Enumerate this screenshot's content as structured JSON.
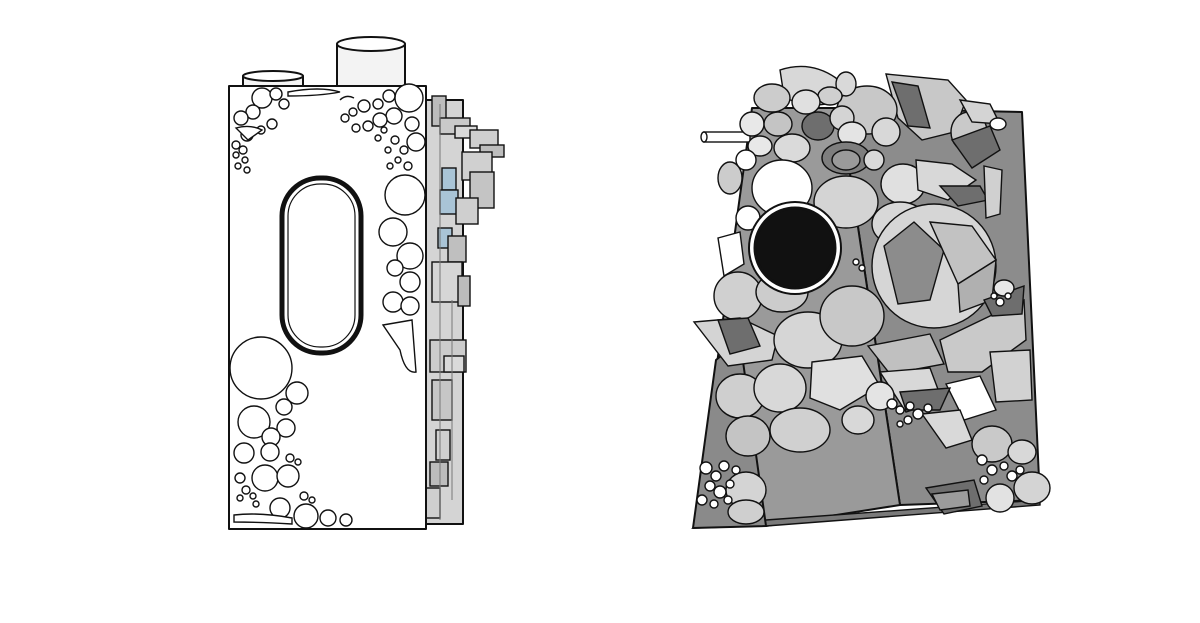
{
  "figure": {
    "kind": "technical-line-illustration",
    "views": [
      {
        "id": "view-front-elevation",
        "style": "outline"
      },
      {
        "id": "view-perspective",
        "style": "shaded-grey"
      }
    ],
    "colors": {
      "background": "#ffffff",
      "outline": "#111111",
      "light_fill": "#ffffff",
      "medium_grey": "#c8c8c8",
      "dark_grey": "#6e6e6e",
      "face_grey": "#8c8c8c",
      "accent_blue": "#a9c4d6",
      "hole": "#000000"
    }
  }
}
